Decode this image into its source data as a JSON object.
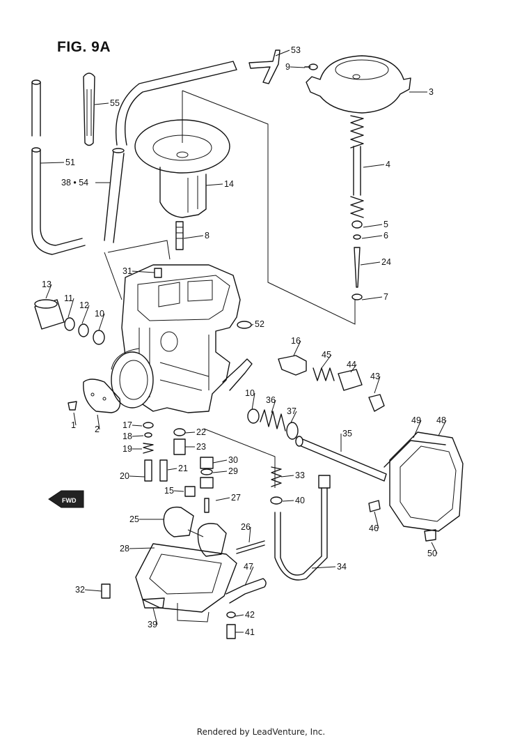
{
  "figure": {
    "title": "FIG. 9A"
  },
  "footer": {
    "text": "Rendered by LeadVenture, Inc."
  },
  "fwd_label": "FWD",
  "callouts": [
    "1",
    "2",
    "3",
    "4",
    "5",
    "6",
    "7",
    "8",
    "9",
    "10",
    "10",
    "11",
    "12",
    "13",
    "14",
    "15",
    "16",
    "17",
    "18",
    "19",
    "20",
    "21",
    "22",
    "23",
    "24",
    "25",
    "26",
    "27",
    "28",
    "29",
    "30",
    "31",
    "32",
    "33",
    "34",
    "35",
    "36",
    "37",
    "38 • 54",
    "39",
    "40",
    "41",
    "42",
    "43",
    "44",
    "45",
    "46",
    "47",
    "48",
    "49",
    "50",
    "51",
    "52",
    "53",
    "55"
  ]
}
